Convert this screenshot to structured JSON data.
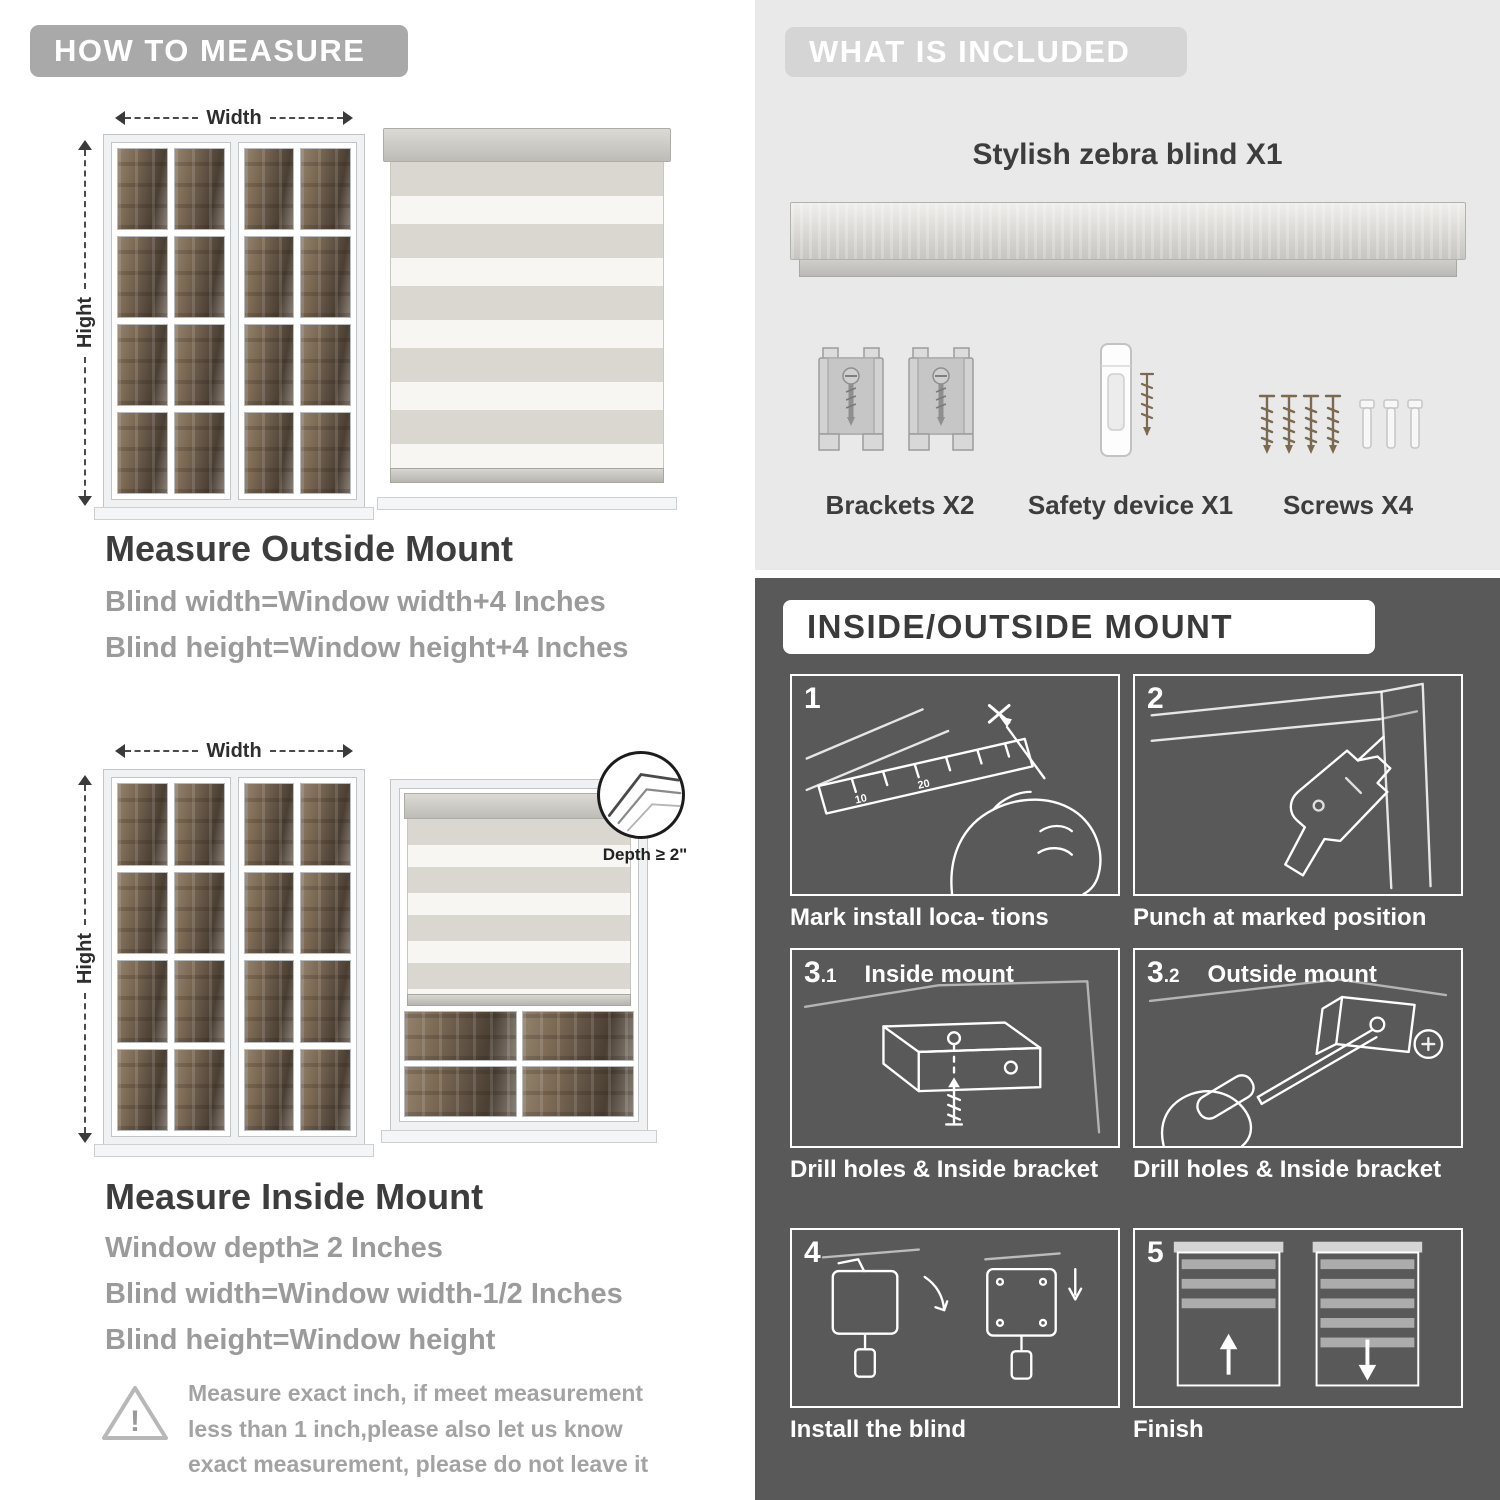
{
  "colors": {
    "pill_gray": "#a9a9a9",
    "pill_light": "#d5d5d5",
    "panel_light": "#e9e9e9",
    "panel_dark": "#595959",
    "text_dark": "#3d3d3d",
    "text_gray": "#9b9b9b"
  },
  "left": {
    "header": "HOW TO MEASURE",
    "labels": {
      "width": "Width",
      "height": "Hight"
    },
    "outside": {
      "title": "Measure Outside Mount",
      "line1": "Blind width=Window width+4 Inches",
      "line2": "Blind height=Window height+4 Inches"
    },
    "inside": {
      "depth_label": "Depth ≥ 2\"",
      "title": "Measure Inside Mount",
      "line1": "Window depth≥ 2 Inches",
      "line2": "Blind width=Window width-1/2 Inches",
      "line3": "Blind height=Window height"
    },
    "warning": {
      "mark": "!",
      "text": "Measure exact inch, if meet measurement less than 1 inch,please also let us know exact measurement, please do not leave it"
    }
  },
  "right": {
    "included": {
      "header": "WHAT IS INCLUDED",
      "blind_label": "Stylish zebra blind X1",
      "items": [
        {
          "label": "Brackets X2"
        },
        {
          "label": "Safety device X1"
        },
        {
          "label": "Screws X4"
        }
      ]
    },
    "mount": {
      "header": "INSIDE/OUTSIDE MOUNT",
      "steps": [
        {
          "num": "1",
          "caption": "Mark install loca- tions"
        },
        {
          "num": "2",
          "caption": "Punch at  marked position"
        },
        {
          "num": "3",
          "sub": ".1",
          "label": "Inside mount",
          "caption": "Drill holes &  Inside bracket"
        },
        {
          "num": "3",
          "sub": ".2",
          "label": "Outside mount",
          "caption": "Drill holes &  Inside bracket"
        },
        {
          "num": "4",
          "caption": "Install the blind"
        },
        {
          "num": "5",
          "caption": "Finish"
        }
      ]
    }
  }
}
